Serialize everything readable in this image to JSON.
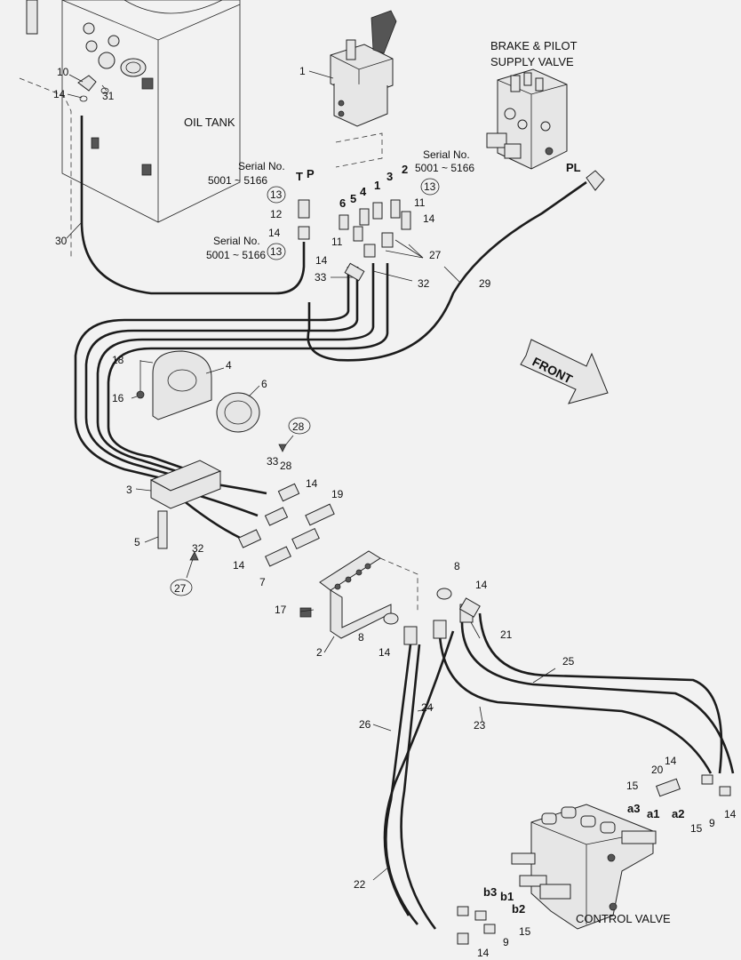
{
  "labels": {
    "oil_tank": "OIL TANK",
    "brake_valve_line1": "BRAKE & PILOT",
    "brake_valve_line2": "SUPPLY VALVE",
    "control_valve": "CONTROL VALVE",
    "front": "FRONT",
    "serial_no": "Serial No.",
    "serial_range": "5001 ~ 5166"
  },
  "port_letters": {
    "T": "T",
    "P": "P",
    "PL": "PL",
    "n1": "1",
    "n2": "2",
    "n3": "3",
    "n4": "4",
    "n5": "5",
    "n6": "6",
    "a1": "a1",
    "a2": "a2",
    "a3": "a3",
    "b1": "b1",
    "b2": "b2",
    "b3": "b3"
  },
  "callouts": {
    "c1": "1",
    "c2": "2",
    "c3": "3",
    "c4": "4",
    "c5": "5",
    "c6": "6",
    "c7": "7",
    "c8": "8",
    "c9": "9",
    "c10": "10",
    "c11": "11",
    "c12": "12",
    "c13": "13",
    "c14": "14",
    "c15": "15",
    "c16": "16",
    "c17": "17",
    "c18": "18",
    "c19": "19",
    "c20": "20",
    "c21": "21",
    "c22": "22",
    "c23": "23",
    "c24": "24",
    "c25": "25",
    "c26": "26",
    "c27": "27",
    "c28": "28",
    "c29": "29",
    "c30": "30",
    "c31": "31",
    "c32": "32",
    "c33": "33"
  }
}
